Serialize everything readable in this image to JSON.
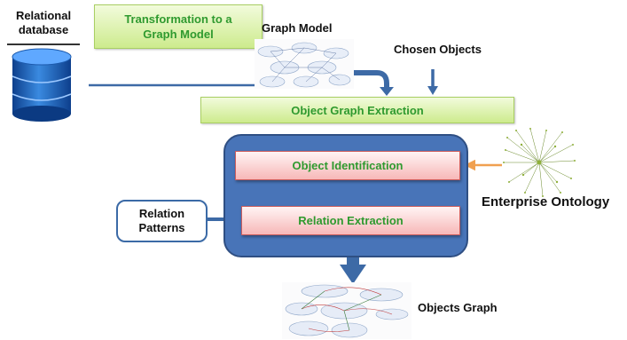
{
  "relational_db_label": "Relational\ndatabase",
  "transform_box_label": "Transformation to a\nGraph Model",
  "graph_model_label": "Graph Model",
  "chosen_objects_label": "Chosen Objects",
  "extraction_bar_label": "Object Graph Extraction",
  "object_identification_label": "Object Identification",
  "relation_extraction_label": "Relation Extraction",
  "relation_patterns_label": "Relation\nPatterns",
  "enterprise_ontology_label": "Enterprise Ontology",
  "objects_graph_label": "Objects Graph",
  "colors": {
    "arrow_blue": "#3d6aa6",
    "center_box_blue": "#4874b8",
    "green_text": "#2f9a2f",
    "orange_arrow": "#f0a050",
    "ontology_green": "#6a8a2a"
  }
}
